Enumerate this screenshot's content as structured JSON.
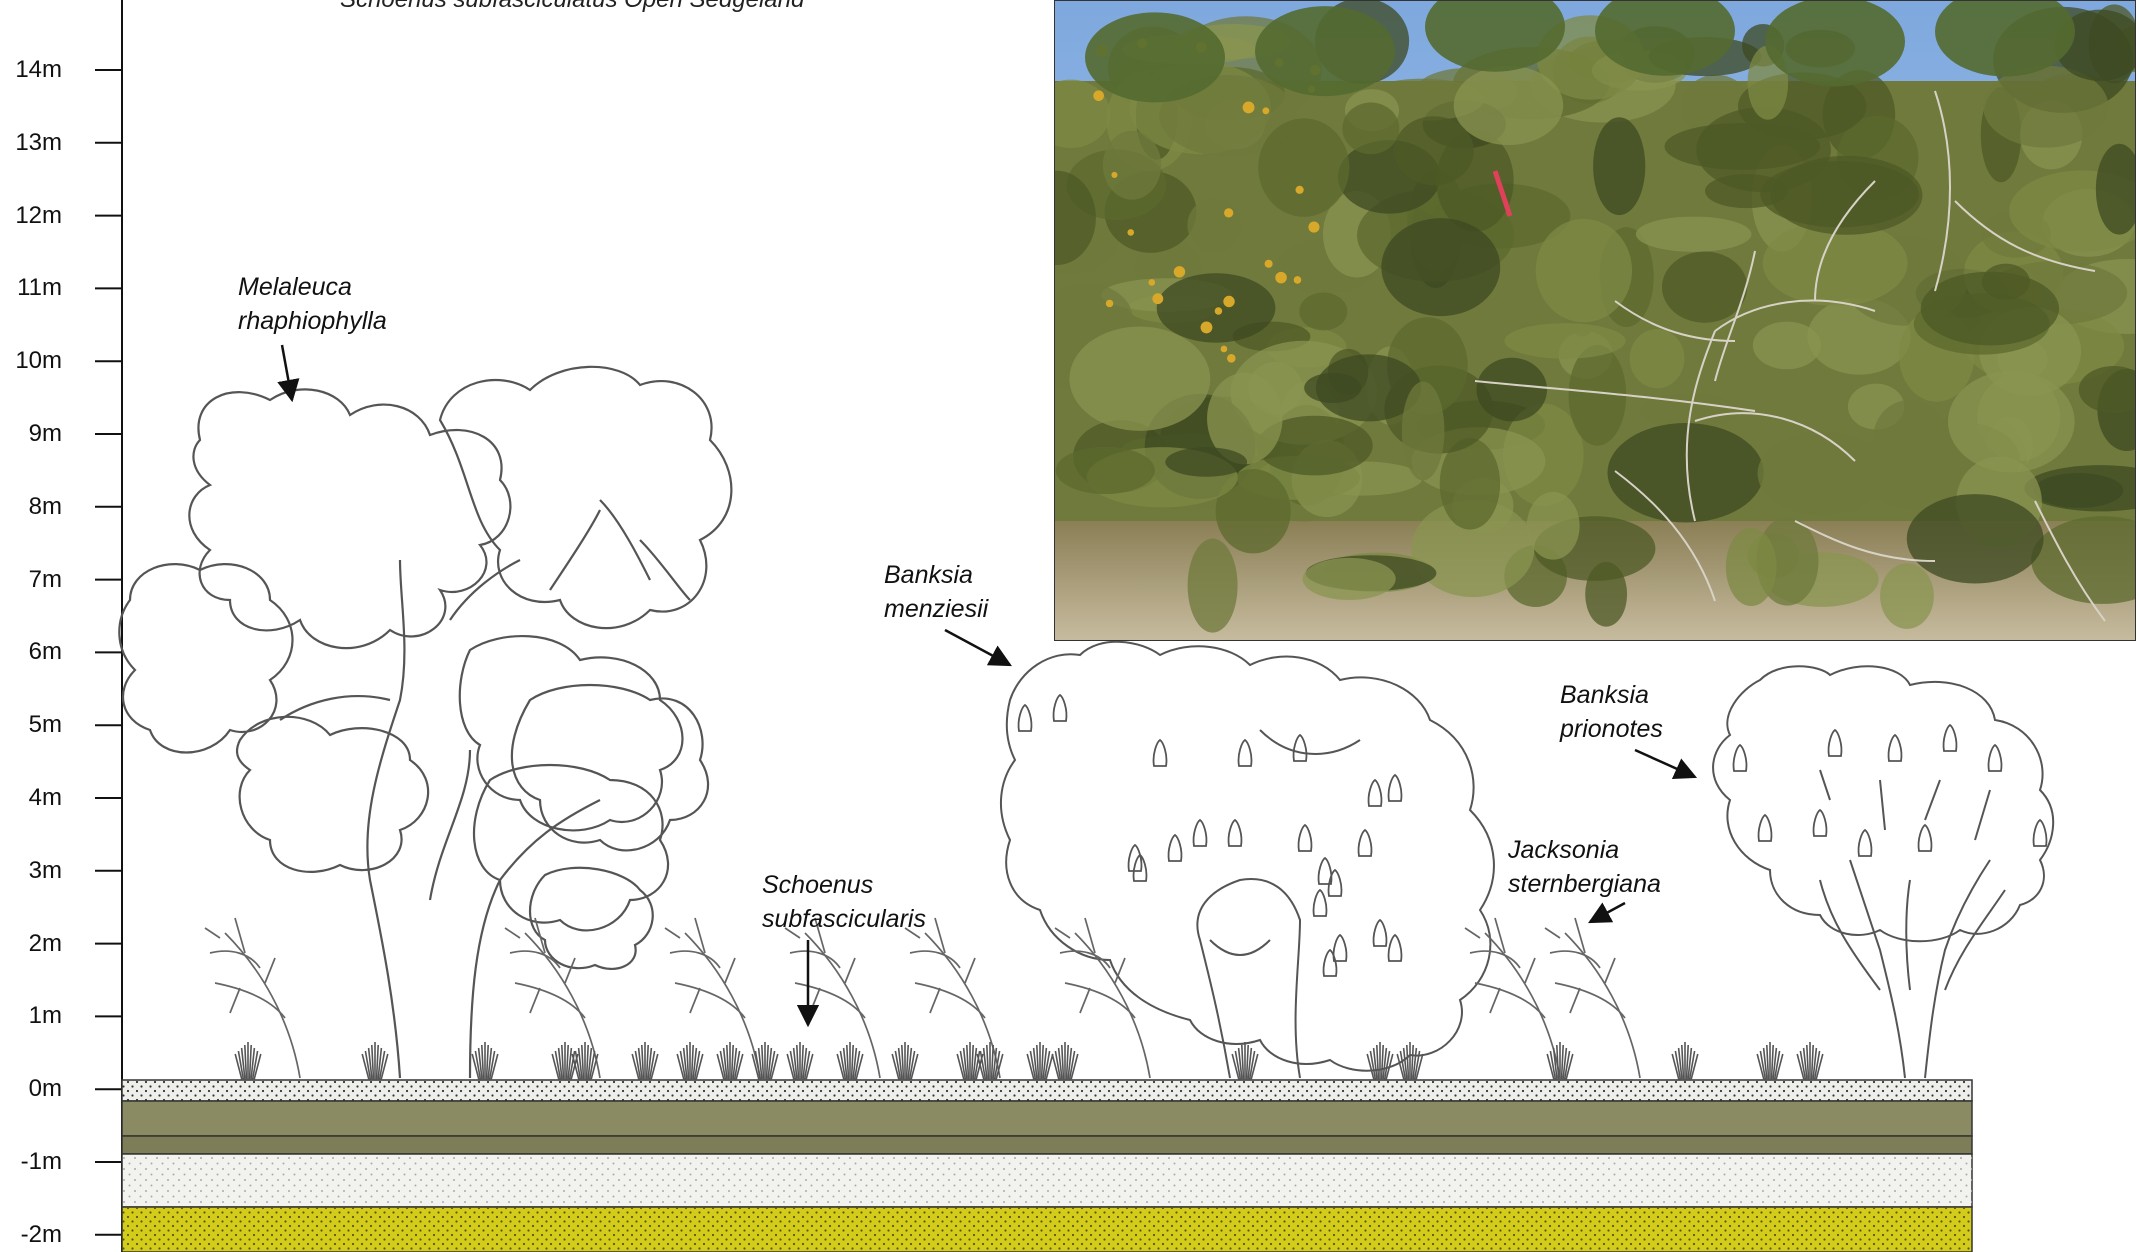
{
  "figure": {
    "title": "Schoenus subfasciculatus Open Sedgeland",
    "y_axis": {
      "ticks": [
        "14m",
        "13m",
        "12m",
        "11m",
        "10m",
        "9m",
        "8m",
        "7m",
        "6m",
        "5m",
        "4m",
        "3m",
        "2m",
        "1m",
        "0m",
        "-1m",
        "-2m"
      ]
    },
    "species": {
      "melaleuca": [
        "Melaleuca",
        "rhaphiophylla"
      ],
      "banksia_menziesii": [
        "Banksia",
        "menziesii"
      ],
      "banksia_prionotes": [
        "Banksia",
        "prionotes"
      ],
      "jacksonia": [
        "Jacksonia",
        "sternbergiana"
      ],
      "schoenus": [
        "Schoenus",
        "subfascicularis"
      ]
    },
    "soil_layers": [
      {
        "name": "dotted-topsoil",
        "color": "#eeeeea",
        "pattern": "dots-dark"
      },
      {
        "name": "olive-layer-upper",
        "color": "#8b8b63"
      },
      {
        "name": "olive-layer-lower",
        "color": "#7d7d57"
      },
      {
        "name": "pale-sand",
        "color": "#f2f2ef",
        "pattern": "dots-faint"
      },
      {
        "name": "yellow-sand",
        "color": "#d4cc1a",
        "pattern": "dots-dark"
      }
    ],
    "photo": {
      "colors": {
        "sky": "#8fb8e6",
        "foliage": "#6f7a3c",
        "dark": "#3e4a22",
        "ground": "#b9a88a",
        "flower": "#d8a82a"
      }
    }
  }
}
